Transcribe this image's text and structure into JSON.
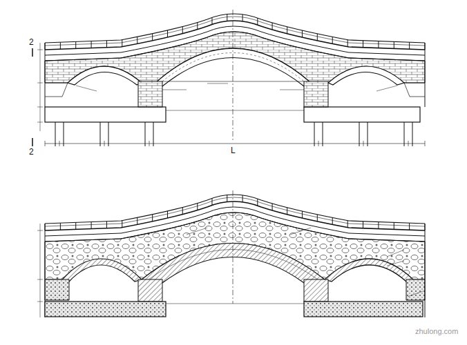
{
  "diagram": {
    "labels": [
      "2",
      "2",
      "L",
      "zhulong.com"
    ]
  }
}
